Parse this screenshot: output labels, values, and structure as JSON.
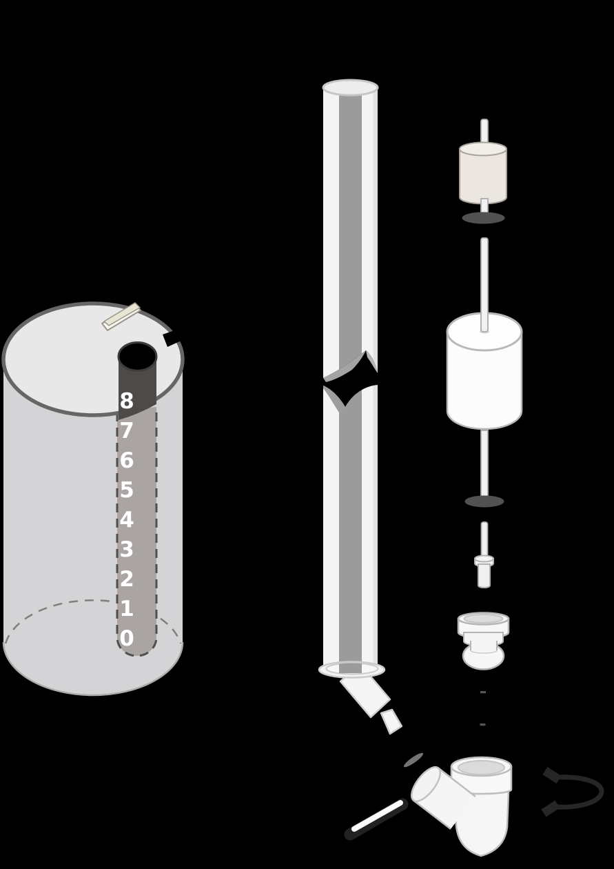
{
  "scale": {
    "labels": [
      "8",
      "7",
      "6",
      "5",
      "4",
      "3",
      "2",
      "1",
      "0"
    ]
  },
  "colors": {
    "background": "#000000",
    "cylinder_body": "#d4d4d6",
    "cylinder_top": "#e8e8e9",
    "tube_dark": "#4d4a47",
    "tube_inner": "#aaa5a2",
    "tube_stripe": "#9b9b9b",
    "part_white": "#f6f6f6",
    "cream": "#ebe7e0",
    "disc": "#515151",
    "number": "#ffffff",
    "wire": "#262626"
  }
}
